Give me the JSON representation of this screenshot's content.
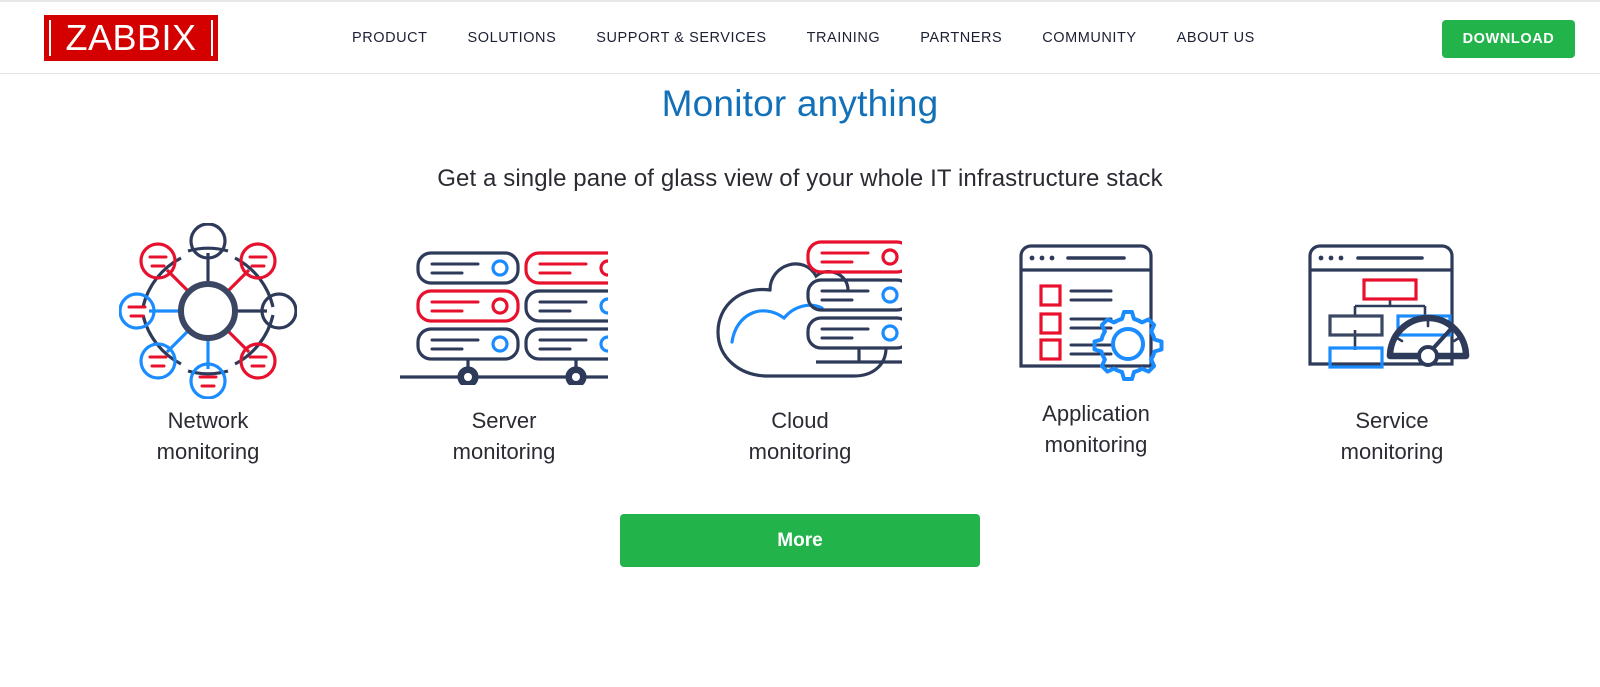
{
  "header": {
    "logo_text": "ZABBIX",
    "nav_items": [
      {
        "label": "PRODUCT"
      },
      {
        "label": "SOLUTIONS"
      },
      {
        "label": "SUPPORT & SERVICES"
      },
      {
        "label": "TRAINING"
      },
      {
        "label": "PARTNERS"
      },
      {
        "label": "COMMUNITY"
      },
      {
        "label": "ABOUT US"
      }
    ],
    "download_label": "DOWNLOAD"
  },
  "hero": {
    "title": "Monitor anything",
    "subtitle": "Get a single pane of glass view of your whole IT infrastructure stack"
  },
  "features": [
    {
      "icon": "network-topology-icon",
      "label": "Network\nmonitoring"
    },
    {
      "icon": "server-stack-icon",
      "label": "Server\nmonitoring"
    },
    {
      "icon": "cloud-servers-icon",
      "label": "Cloud\nmonitoring"
    },
    {
      "icon": "app-window-gear-icon",
      "label": "Application\nmonitoring"
    },
    {
      "icon": "service-tree-gauge-icon",
      "label": "Service\nmonitoring"
    }
  ],
  "cta": {
    "more_label": "More"
  },
  "colors": {
    "brand_red": "#d40000",
    "accent_green": "#22b34b",
    "heading_blue": "#1270b8",
    "icon_dark": "#2e3a59",
    "icon_blue": "#1a8cff",
    "icon_red": "#e8112d",
    "text_dark": "#2b2b33"
  }
}
